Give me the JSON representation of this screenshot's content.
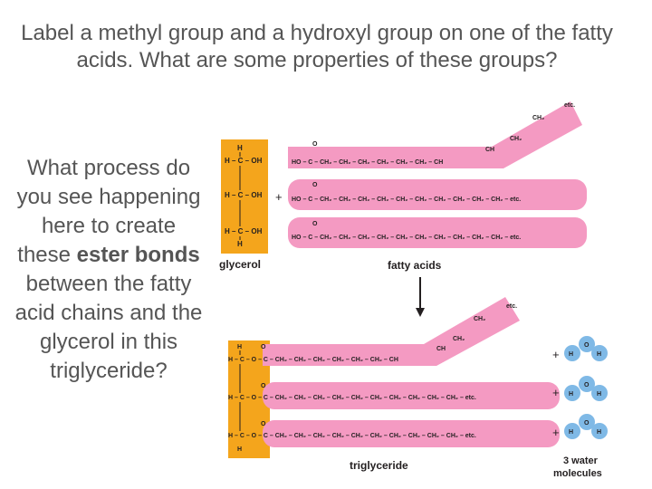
{
  "slide": {
    "title": "Label a methyl group and a hydroxyl group on one of the fatty acids. What are some properties of these groups?",
    "question_before": "What process do you see happening here to create these",
    "question_bold": "ester bonds",
    "question_after": "between the fatty acid chains and the glycerol in this triglyceride?"
  },
  "diagram": {
    "glycerol_label": "glycerol",
    "fatty_acids_label": "fatty acids",
    "triglyceride_label": "triglyceride",
    "water_label_1": "3 water",
    "water_label_2": "molecules",
    "plus": "+",
    "etc": "etc.",
    "colors": {
      "glycerol": "#f4a51c",
      "fatty_acid": "#f49ac2",
      "water": "#7fb9e6",
      "arrow": "#231f20"
    }
  }
}
